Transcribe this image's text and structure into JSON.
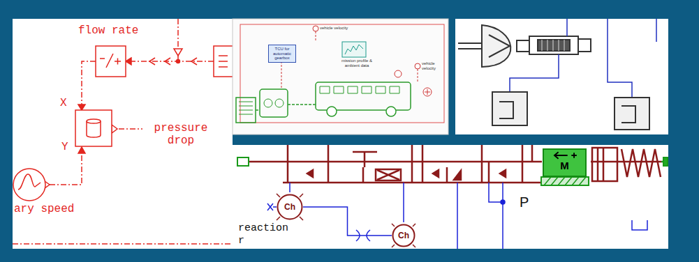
{
  "diagram": {
    "nodes": [
      {
        "text": [
          "TCU for automatic gearbox"
        ]
      },
      {
        "text": [
          "M"
        ]
      },
      {
        "text": [
          "Ch"
        ]
      },
      {
        "text": [
          "Ch"
        ]
      }
    ],
    "edges": [
      {
        "from": 2,
        "to": 3,
        "arrow": "none"
      }
    ],
    "labels": [
      "flow rate",
      "vehicle velocity",
      "mission profile & ambient data",
      "vehicle velocity",
      "X",
      "pressure drop",
      "Y",
      "P",
      "ary speed",
      "reaction",
      "r"
    ]
  }
}
